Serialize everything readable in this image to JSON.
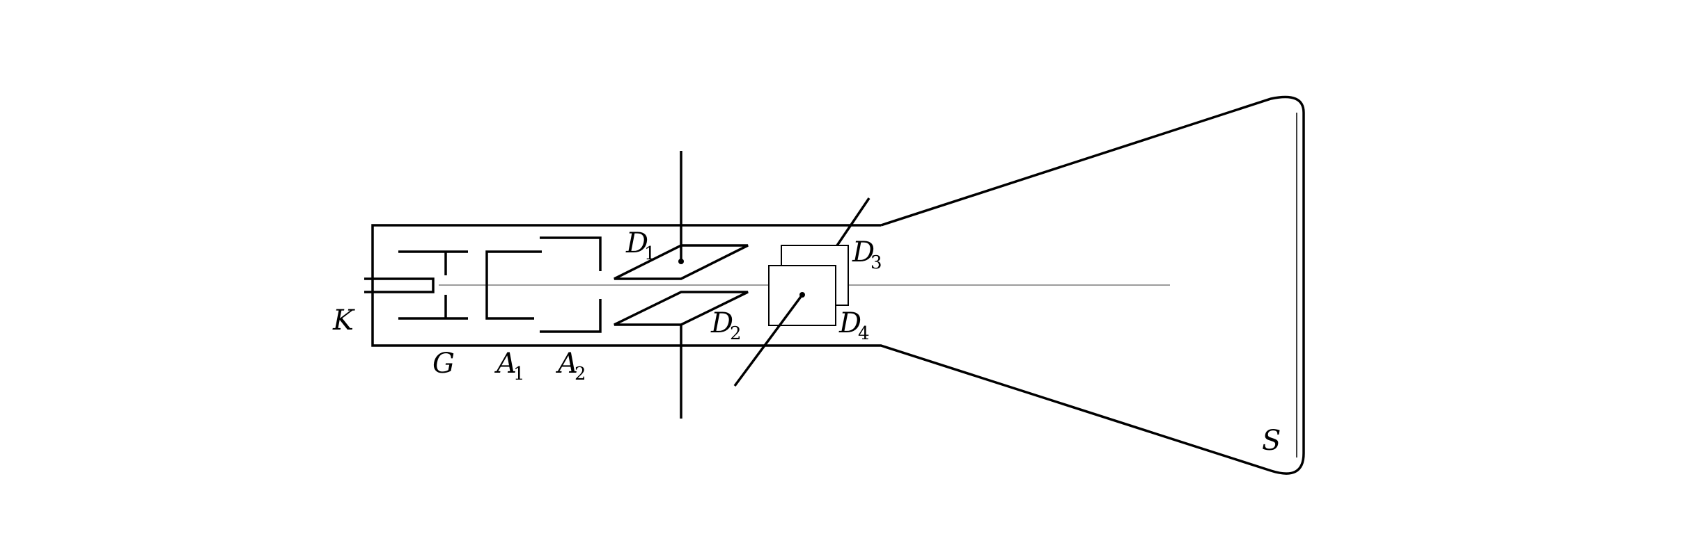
{
  "labels": {
    "cathode": "K",
    "grid": "G",
    "anode1": {
      "letter": "A",
      "sub": "1"
    },
    "anode2": {
      "letter": "A",
      "sub": "2"
    },
    "deflector1": {
      "letter": "D",
      "sub": "1"
    },
    "deflector2": {
      "letter": "D",
      "sub": "2"
    },
    "deflector3": {
      "letter": "D",
      "sub": "3"
    },
    "deflector4": {
      "letter": "D",
      "sub": "4"
    },
    "screen": "S"
  },
  "colors": {
    "line": "#000000",
    "axis": "#7a7a7a",
    "background": "#ffffff"
  }
}
